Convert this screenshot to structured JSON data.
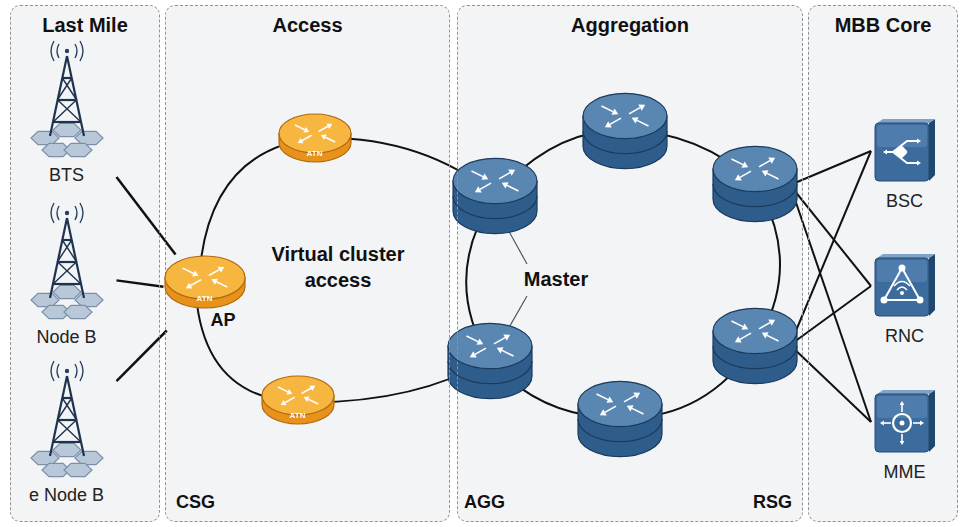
{
  "diagram": {
    "nodes": [
      {
        "text": [
          "Last Mile"
        ]
      },
      {
        "text": [
          "BTS"
        ],
        "in": 0
      },
      {
        "text": [
          "Node B"
        ],
        "in": 0
      },
      {
        "text": [
          "e Node B"
        ],
        "in": 0
      },
      {
        "text": [
          "Access",
          "CSG"
        ]
      },
      {
        "text": [
          "ATN",
          "AP"
        ],
        "in": 4
      },
      {
        "text": [
          "ATN"
        ],
        "in": 4
      },
      {
        "text": [
          "ATN"
        ],
        "in": 4
      },
      {
        "text": [
          "Aggregation",
          "AGG",
          "RSG"
        ]
      },
      {
        "text": [
          "MBB Core"
        ]
      },
      {
        "text": [
          "BSC"
        ],
        "in": 9
      },
      {
        "text": [
          "RNC"
        ],
        "in": 9
      },
      {
        "text": [
          "MME"
        ],
        "in": 9
      }
    ],
    "edges": [
      {
        "from": 1,
        "to": 5,
        "arrow": "none"
      },
      {
        "from": 2,
        "to": 5,
        "arrow": "none"
      },
      {
        "from": 3,
        "to": 5,
        "arrow": "none"
      }
    ],
    "labels": [
      "Virtual cluster access",
      "Master"
    ]
  }
}
